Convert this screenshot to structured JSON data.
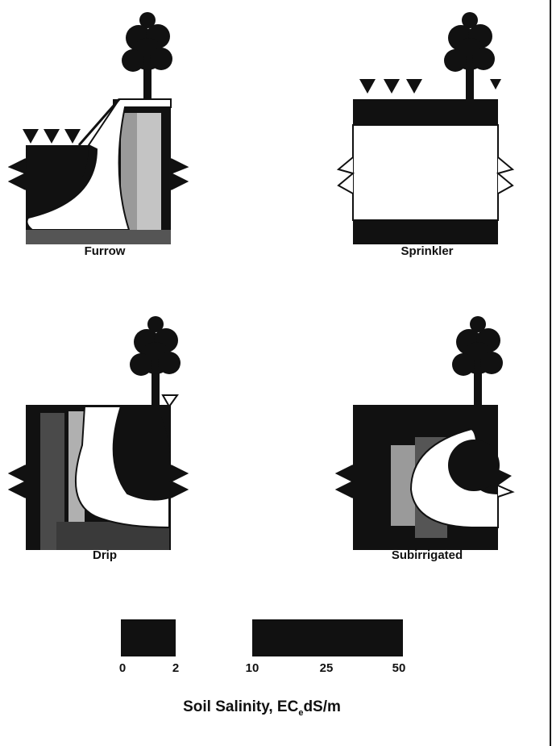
{
  "panels": [
    {
      "id": "furrow",
      "label": "Furrow"
    },
    {
      "id": "sprinkler",
      "label": "Sprinkler"
    },
    {
      "id": "drip",
      "label": "Drip"
    },
    {
      "id": "subirrigated",
      "label": "Subirrigated"
    }
  ],
  "legend": {
    "segments": [
      {
        "from": 0,
        "to": 2,
        "color": "#111111"
      },
      {
        "from": 2,
        "to": 10,
        "color": "#ffffff"
      },
      {
        "from": 10,
        "to": 25,
        "color": "#111111"
      },
      {
        "from": 25,
        "to": 50,
        "color": "#111111"
      }
    ],
    "ticks": [
      "0",
      "2",
      "10",
      "25",
      "50"
    ],
    "title_main": "Soil Salinity, EC",
    "title_sub": "e",
    "title_unit": "dS/m"
  },
  "colors": {
    "ink": "#111111",
    "mid_gray": "#8a8a8a",
    "light_gray": "#b8b8b8",
    "background": "#ffffff"
  },
  "icons": [
    "tree-icon",
    "water-drop-triangle-icon"
  ]
}
